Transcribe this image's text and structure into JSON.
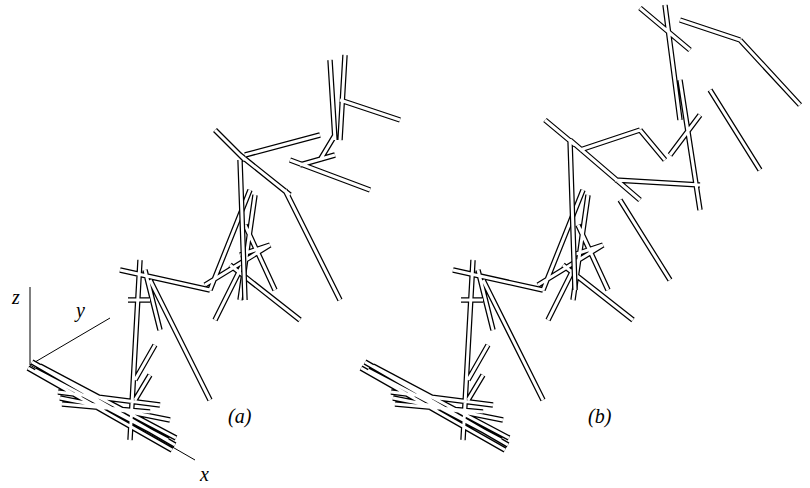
{
  "diagram": {
    "labels": [
      "z",
      "y",
      "x",
      "(a)",
      "(b)"
    ]
  }
}
